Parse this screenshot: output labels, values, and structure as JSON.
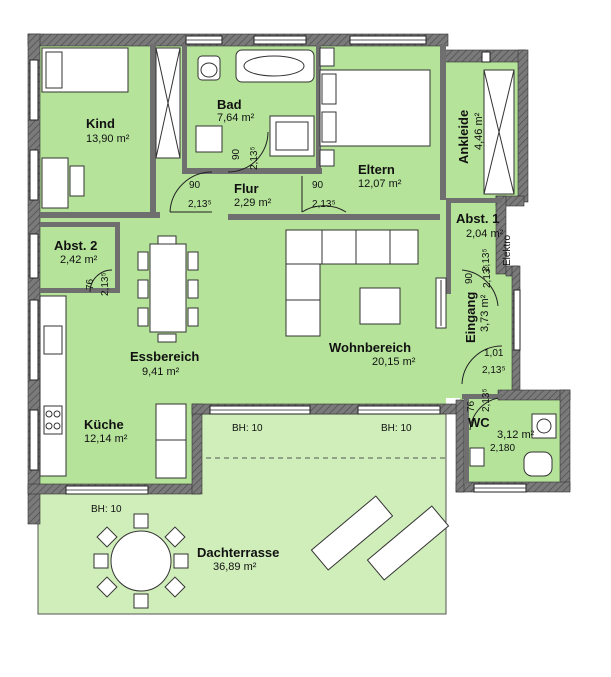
{
  "rooms": [
    {
      "name": "Kind",
      "area": "13,90 m²"
    },
    {
      "name": "Bad",
      "area": "7,64 m²"
    },
    {
      "name": "Eltern",
      "area": "12,07 m²"
    },
    {
      "name": "Ankleide",
      "area": "4,46 m²"
    },
    {
      "name": "Flur",
      "area": "2,29 m²"
    },
    {
      "name": "Abst. 1",
      "area": "2,04 m²"
    },
    {
      "name": "Abst. 2",
      "area": "2,42 m²"
    },
    {
      "name": "Eingang",
      "area": "3,73 m²"
    },
    {
      "name": "Essbereich",
      "area": "9,41 m²"
    },
    {
      "name": "Wohnbereich",
      "area": "20,15 m²"
    },
    {
      "name": "Küche",
      "area": "12,14 m²"
    },
    {
      "name": "WC",
      "area": "3,12 m²"
    },
    {
      "name": "Dachterrasse",
      "area": "36,89 m²"
    }
  ],
  "doors": {
    "width_90": "90",
    "height_2135": "2,13⁵",
    "width_76": "76",
    "width_101": "1,01",
    "height_2180": "2,180"
  },
  "labels": {
    "bh10": "BH: 10",
    "elektro": "Elektro"
  },
  "colors": {
    "room_fill": "#b5e39a",
    "terrace_fill": "#cfeeb9",
    "wall": "#6f6f6f"
  }
}
